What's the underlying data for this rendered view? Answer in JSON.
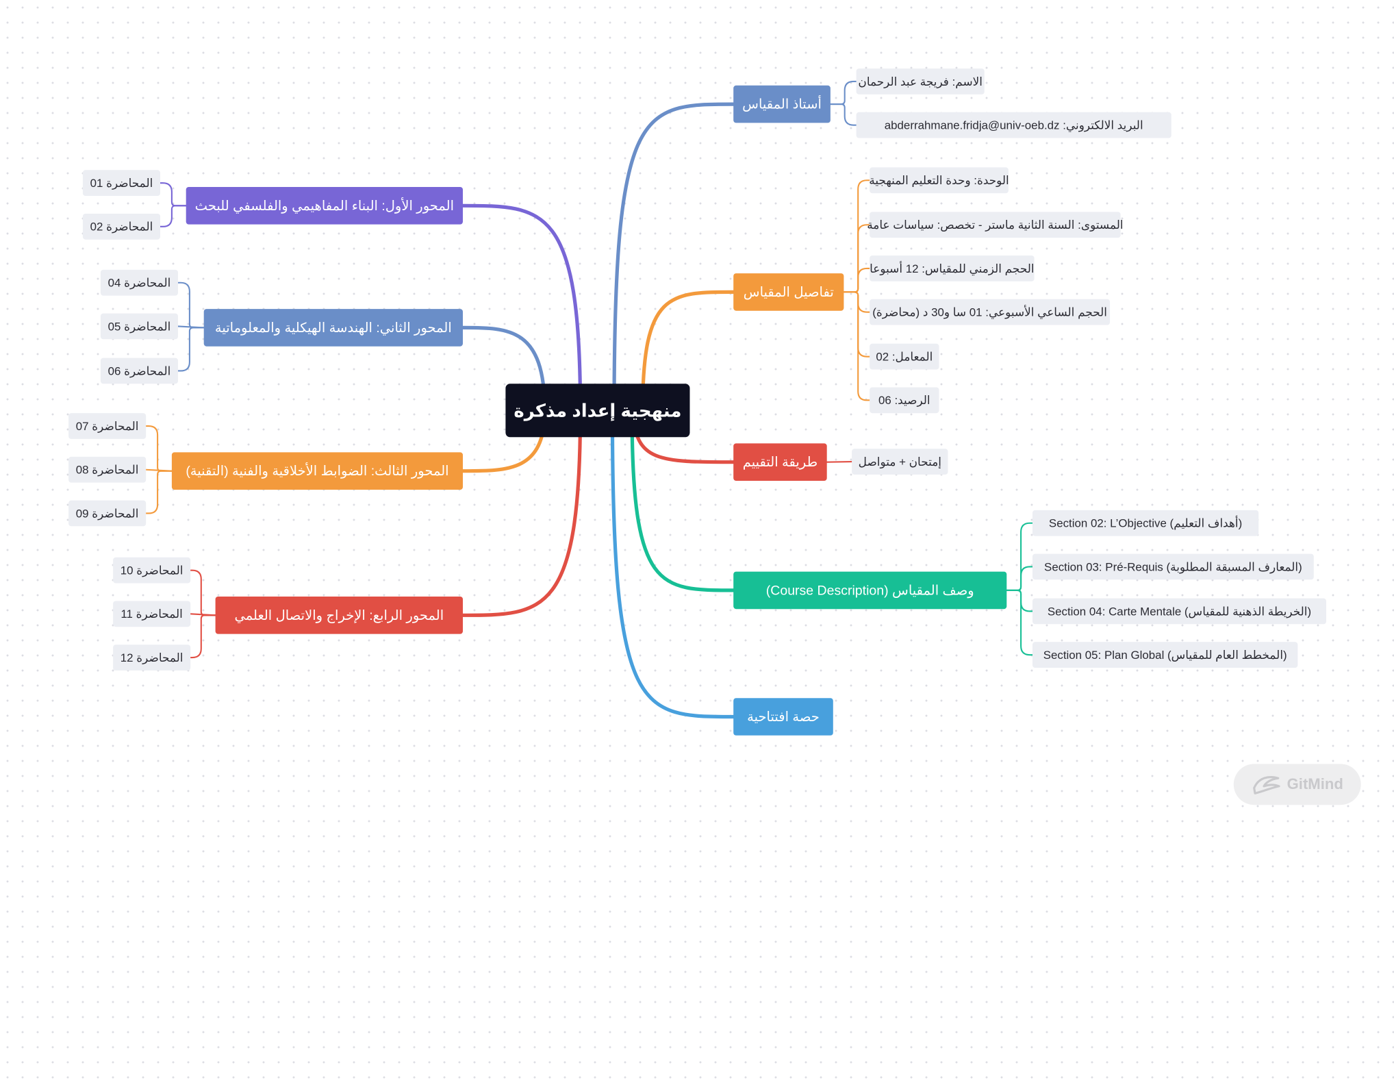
{
  "colors": {
    "central": "#0e1020",
    "leaf_bg": "#eceef3",
    "blue_steel": "#6a8ec8",
    "orange": "#f39a3c",
    "red": "#e14f44",
    "teal": "#17bf95",
    "sky": "#48a0dd",
    "purple": "#7866d6"
  },
  "central": {
    "text": "منهجية إعداد مذكرة"
  },
  "right_branches": [
    {
      "text": "أستاذ المقياس",
      "color": "#6a8ec8",
      "children": [
        "الاسم: فريجة عبد الرحمان",
        "البريد الالكتروني: abderrahmane.fridja@univ-oeb.dz"
      ]
    },
    {
      "text": "تفاصيل المقياس",
      "color": "#f39a3c",
      "children": [
        "الوحدة: وحدة التعليم المنهجية",
        "المستوى: السنة الثانية ماستر - تخصص: سياسات عامة",
        "الحجم الزمني للمقياس: 12 أسبوعا",
        "الحجم الساعي الأسبوعي: 01 سا و30 د (محاضرة)",
        "المعامل: 02",
        "الرصيد: 06"
      ]
    },
    {
      "text": "طريقة التقييم",
      "color": "#e14f44",
      "children": [
        "إمتحان + متواصل"
      ]
    },
    {
      "text": "وصف المقياس (Course Description)",
      "color": "#17bf95",
      "children": [
        "Section 02: L’Objective (أهداف التعليم)",
        "Section 03: Pré-Requis (المعارف المسبقة المطلوبة)",
        "Section 04: Carte Mentale (الخريطة الذهنية للمقياس)",
        "Section 05: Plan Global (المخطط العام للمقياس)"
      ]
    },
    {
      "text": "حصة افتتاحية",
      "color": "#48a0dd",
      "children": []
    }
  ],
  "left_branches": [
    {
      "text": "المحور الأول: البناء المفاهيمي والفلسفي للبحث",
      "color": "#7866d6",
      "children": [
        "المحاضرة 01",
        "المحاضرة 02"
      ]
    },
    {
      "text": "المحور الثاني: الهندسة الهيكلية والمعلوماتية",
      "color": "#6a8ec8",
      "children": [
        "المحاضرة 04",
        "المحاضرة 05",
        "المحاضرة 06"
      ]
    },
    {
      "text": "المحور الثالث: الضوابط الأخلاقية والفنية (التقنية)",
      "color": "#f39a3c",
      "children": [
        "المحاضرة 07",
        "المحاضرة 08",
        "المحاضرة 09"
      ]
    },
    {
      "text": "المحور الرابع: الإخراج والاتصال العلمي",
      "color": "#e14f44",
      "children": [
        "المحاضرة 10",
        "المحاضرة 11",
        "المحاضرة 12"
      ]
    }
  ],
  "watermark": {
    "text": "GitMind"
  }
}
